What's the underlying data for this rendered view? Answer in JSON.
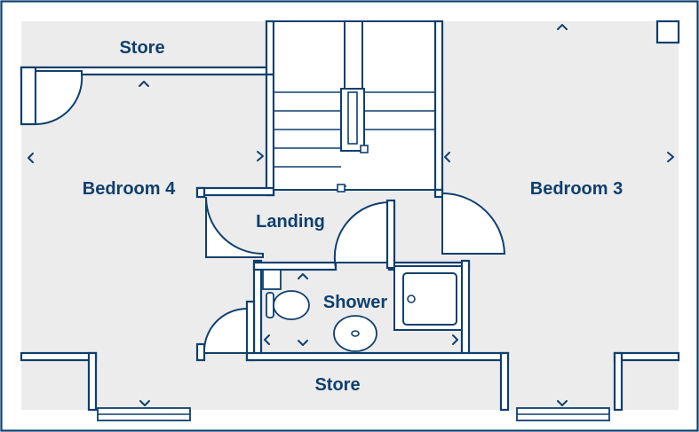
{
  "colors": {
    "line": "#0f3f6e",
    "floor": "#ececec",
    "wall": "#ffffff"
  },
  "rooms": {
    "store_top": "Store",
    "bedroom4": "Bedroom 4",
    "landing": "Landing",
    "shower": "Shower",
    "bedroom3": "Bedroom 3",
    "store_bottom": "Store"
  }
}
